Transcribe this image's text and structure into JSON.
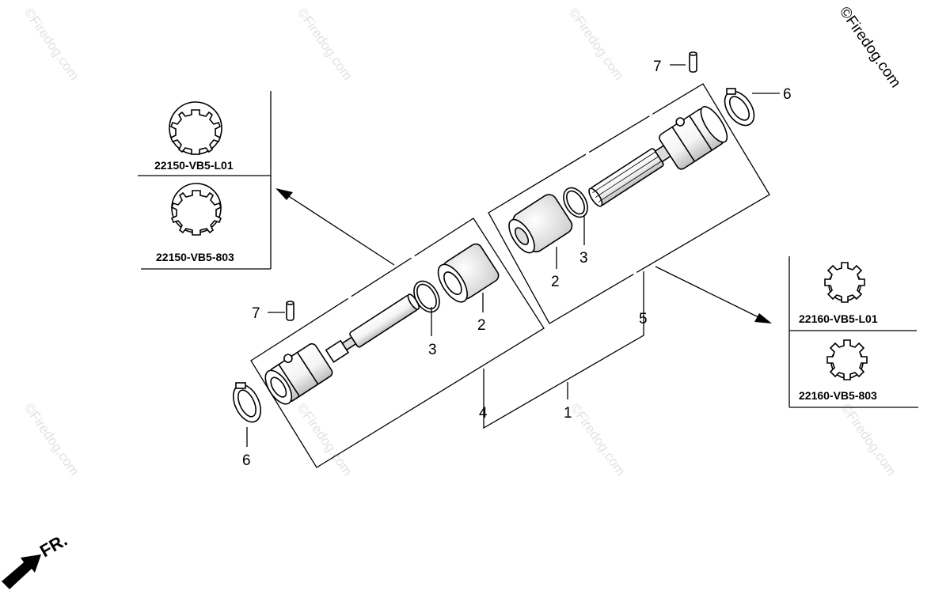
{
  "copyright": "©Firedog.com",
  "watermark": "©Firedog.com",
  "callouts": {
    "c1": "1",
    "c2_left": "2",
    "c2_right": "2",
    "c3_left": "3",
    "c3_right": "3",
    "c4": "4",
    "c5": "5",
    "c6_left": "6",
    "c6_right": "6",
    "c7_left": "7",
    "c7_right": "7"
  },
  "inner_panel": {
    "top_part": "22150-VB5-L01",
    "bottom_part": "22150-VB5-803"
  },
  "outer_panel": {
    "top_part": "22160-VB5-L01",
    "bottom_part": "22160-VB5-803"
  },
  "front_indicator": "FR.",
  "colors": {
    "line": "#000000",
    "watermark": "#e2e2e2",
    "part_fill": "#ffffff",
    "shade": "#c8c8c8"
  }
}
